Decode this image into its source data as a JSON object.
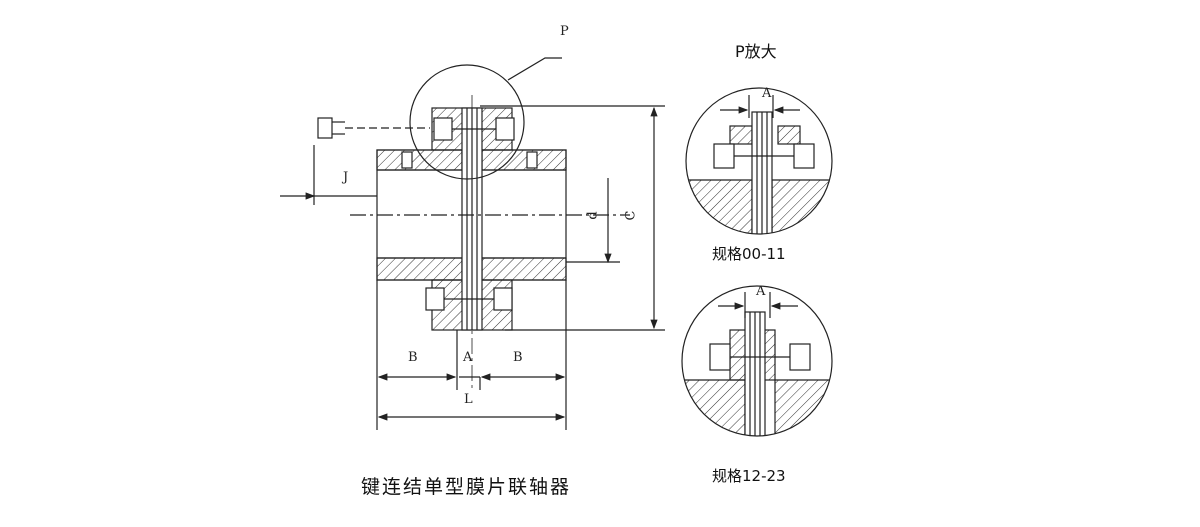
{
  "main_view": {
    "labels": {
      "p": "P",
      "j": "J",
      "b_left": "B",
      "a": "A",
      "b_right": "B",
      "l": "L",
      "d": "d",
      "c": "C"
    },
    "caption": "键连结单型膜片联轴器"
  },
  "detail_top": {
    "title": "P放大",
    "label_a": "A",
    "caption": "规格00-11"
  },
  "detail_bottom": {
    "label_a": "A",
    "caption": "规格12-23"
  }
}
